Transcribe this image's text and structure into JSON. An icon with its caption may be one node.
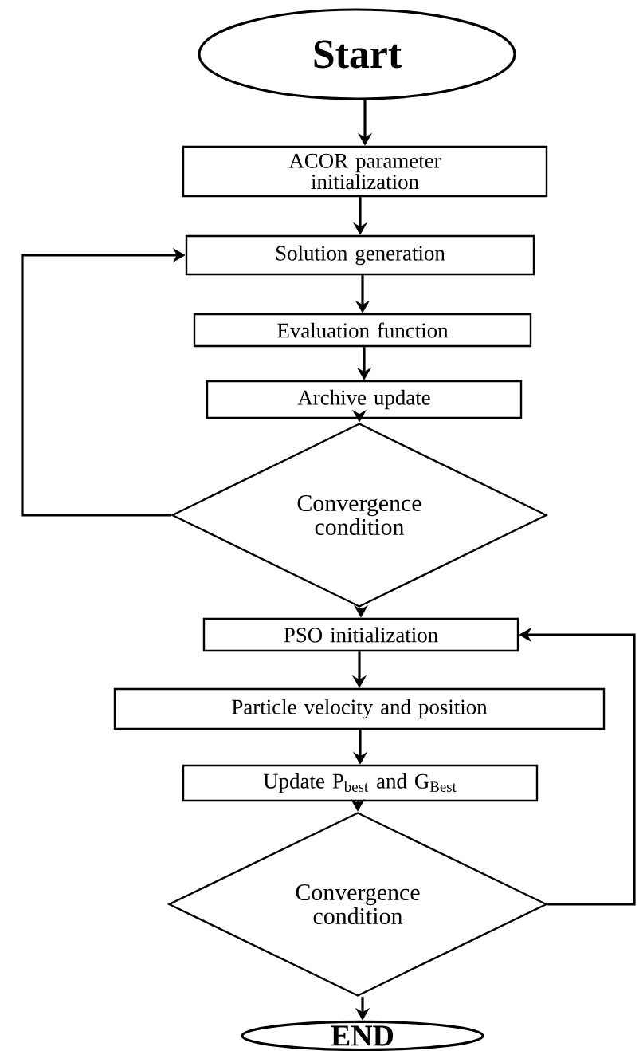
{
  "diagram": {
    "nodes": [
      {
        "text": [
          "Start"
        ]
      },
      {
        "text": [
          "ACOR parameter initialization"
        ]
      },
      {
        "text": [
          "Solution generation"
        ]
      },
      {
        "text": [
          "Evaluation function"
        ]
      },
      {
        "text": [
          "Archive update"
        ]
      },
      {
        "text": [
          "Convergence condition"
        ]
      },
      {
        "text": [
          "PSO initialization"
        ]
      },
      {
        "text": [
          "Particle velocity and position"
        ]
      },
      {
        "text": [
          "Update P$_{best}$ and G$_{Best}$"
        ]
      },
      {
        "text": [
          "Convergence condition"
        ]
      },
      {
        "text": [
          "END"
        ]
      }
    ],
    "edges": [
      {
        "from": 0,
        "to": 1,
        "arrow": "to"
      },
      {
        "from": 1,
        "to": 2,
        "arrow": "to"
      },
      {
        "from": 2,
        "to": 3,
        "arrow": "to"
      },
      {
        "from": 3,
        "to": 4,
        "arrow": "to"
      },
      {
        "from": 4,
        "to": 5,
        "arrow": "to"
      },
      {
        "from": 5,
        "to": 2,
        "arrow": "to"
      },
      {
        "from": 5,
        "to": 6,
        "arrow": "to"
      },
      {
        "from": 6,
        "to": 7,
        "arrow": "to"
      },
      {
        "from": 7,
        "to": 8,
        "arrow": "to"
      },
      {
        "from": 8,
        "to": 9,
        "arrow": "to"
      },
      {
        "from": 9,
        "to": 6,
        "arrow": "to"
      },
      {
        "from": 9,
        "to": 10,
        "arrow": "to"
      }
    ]
  }
}
